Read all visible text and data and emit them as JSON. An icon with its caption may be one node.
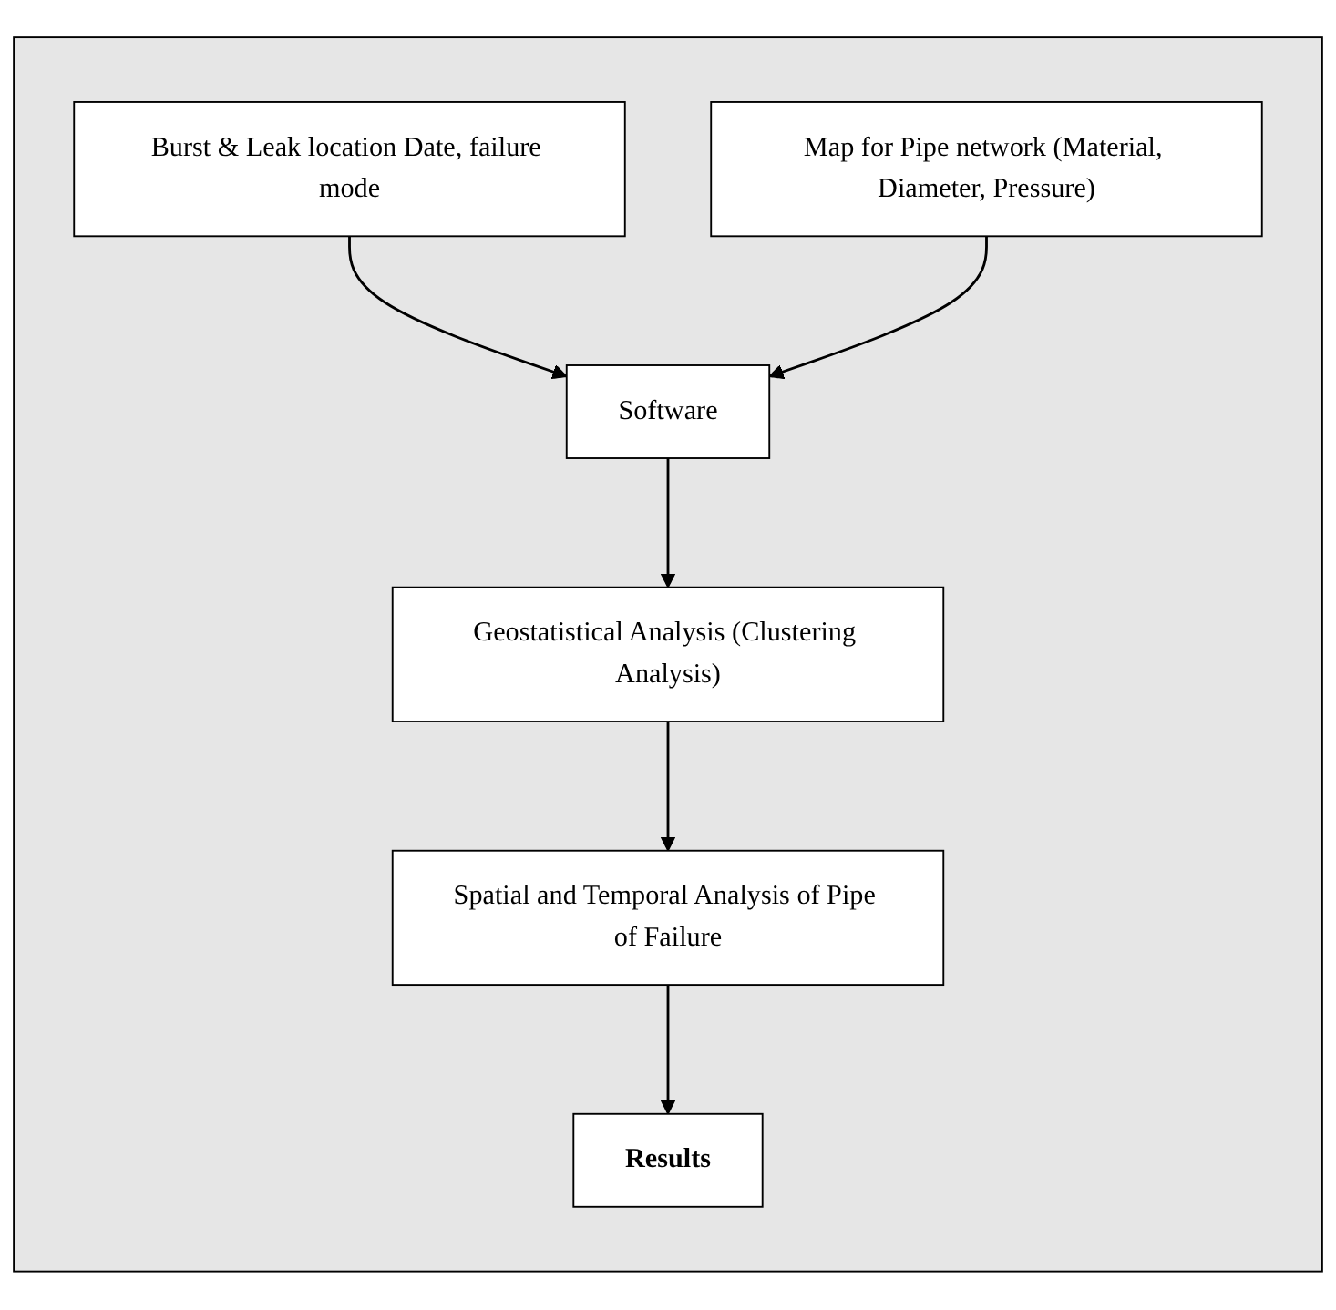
{
  "diagram": {
    "nodes": [
      {
        "text": [],
        "shape": "box"
      },
      {
        "text": [
          "Burst & Leak location Date, failure mode"
        ],
        "in": 0
      },
      {
        "text": [
          "Map for Pipe network (Material, Diameter, Pressure)"
        ],
        "in": 0
      },
      {
        "text": [
          "Software"
        ],
        "in": 0
      },
      {
        "text": [
          "Geostatistical Analysis (Clustering Analysis)"
        ],
        "in": 0
      },
      {
        "text": [
          "Spatial and Temporal Analysis of Pipe of Failure"
        ],
        "in": 0
      },
      {
        "text": [
          "Results"
        ],
        "in": 0
      }
    ],
    "edges": [
      {
        "from": 1,
        "to": 3,
        "arrow": "to"
      },
      {
        "from": 2,
        "to": 3,
        "arrow": "to"
      },
      {
        "from": 3,
        "to": 4,
        "arrow": "to"
      },
      {
        "from": 4,
        "to": 5,
        "arrow": "to"
      },
      {
        "from": 5,
        "to": 6,
        "arrow": "to"
      }
    ]
  }
}
